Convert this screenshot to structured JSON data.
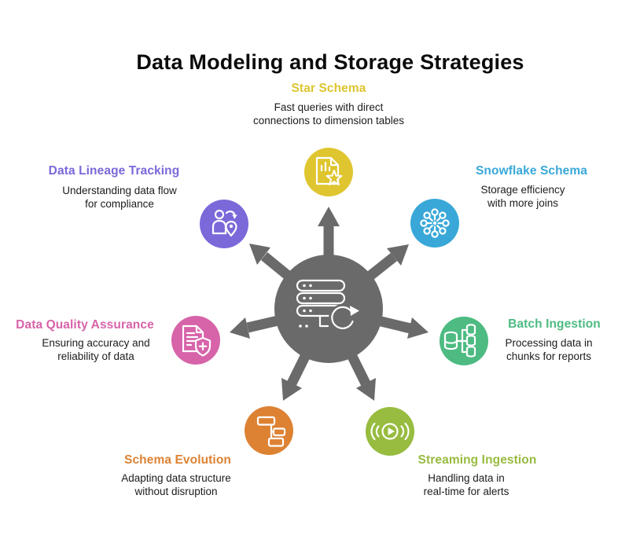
{
  "title": "Data Modeling and Storage Strategies",
  "hub": {
    "icon": "database-sync-icon",
    "color": "#6a6a6a"
  },
  "nodes": [
    {
      "id": "star-schema",
      "label": "Star Schema",
      "desc": "Fast queries with direct\nconnections to dimension tables",
      "color": "#dfc52f",
      "icon": "report-star-icon"
    },
    {
      "id": "snowflake-schema",
      "label": "Snowflake Schema",
      "desc": "Storage efficiency\nwith more joins",
      "color": "#39a8d8",
      "icon": "snowflake-network-icon"
    },
    {
      "id": "batch-ingestion",
      "label": "Batch Ingestion",
      "desc": "Processing data in\nchunks for reports",
      "color": "#4dbb82",
      "icon": "database-branch-icon"
    },
    {
      "id": "streaming-ingestion",
      "label": "Streaming Ingestion",
      "desc": "Handling data in\nreal-time for alerts",
      "color": "#97bc3f",
      "icon": "live-stream-icon"
    },
    {
      "id": "schema-evolution",
      "label": "Schema Evolution",
      "desc": "Adapting data structure\nwithout disruption",
      "color": "#dd8233",
      "icon": "blocks-flow-icon"
    },
    {
      "id": "data-quality-assurance",
      "label": "Data Quality Assurance",
      "desc": "Ensuring accuracy and\nreliability of data",
      "color": "#d763a9",
      "icon": "document-shield-icon"
    },
    {
      "id": "data-lineage-tracking",
      "label": "Data Lineage Tracking",
      "desc": "Understanding data flow\nfor compliance",
      "color": "#7b68d9",
      "icon": "person-location-icon"
    }
  ]
}
